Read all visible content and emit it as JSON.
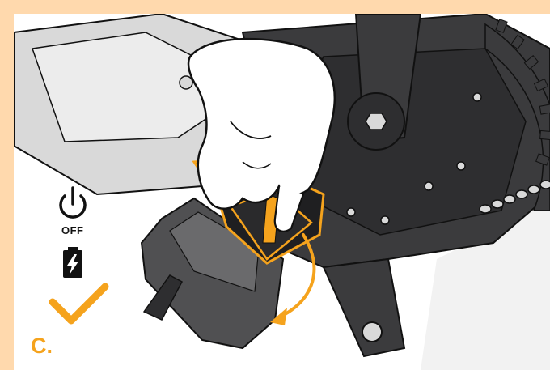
{
  "status": {
    "power_icon": "power-icon",
    "power_state": "OFF",
    "battery_icon": "battery-charging-icon",
    "confirm_icon": "checkmark-icon"
  },
  "step": {
    "label": "C."
  },
  "colors": {
    "frame_background": "#ffd9ad",
    "accent": "#f5a31d",
    "motor_dark": "#3b3b3d",
    "illustration_outline": "#111111"
  },
  "illustration": {
    "subject": "bike-motor-battery-cover-removal",
    "arrow_icon": "curved-arrow-icon"
  }
}
